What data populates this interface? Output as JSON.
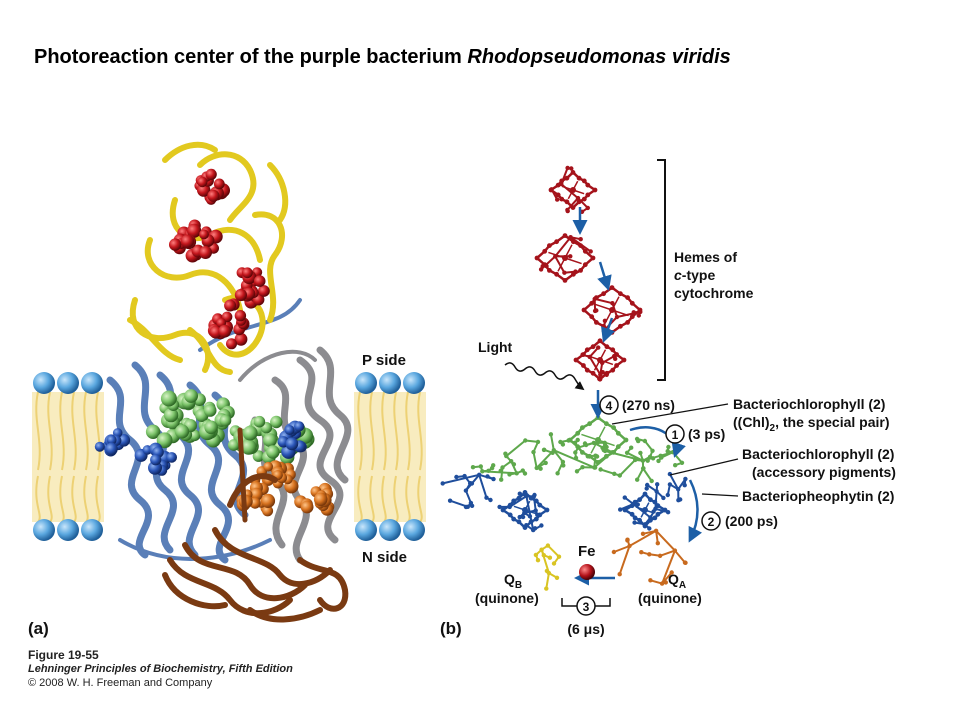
{
  "title": {
    "main": "Photoreaction center of the purple bacterium ",
    "organism": "Rhodopseudomonas viridis"
  },
  "panel_a": {
    "label": "(a)",
    "p_side": "P side",
    "n_side": "N side"
  },
  "panel_b": {
    "label": "(b)",
    "light": "Light",
    "hemes_line1": "Hemes of",
    "hemes_line2_italic": "c",
    "hemes_line2_rest": "-type",
    "hemes_line3": "cytochrome",
    "step4_num": "4",
    "step4_time": "(270 ns)",
    "step1_num": "1",
    "step1_time": "(3 ps)",
    "step2_num": "2",
    "step2_time": "(200 ps)",
    "step3_num": "3",
    "step3_time": "(6 μs)",
    "bchl_pair_line1": "Bacteriochlorophyll (2)",
    "bchl_pair_line2": "((Chl)",
    "bchl_pair_sub": "2",
    "bchl_pair_line2_rest": ", the special pair)",
    "bchl_acc_line1": "Bacteriochlorophyll (2)",
    "bchl_acc_line2": "(accessory pigments)",
    "bpheo": "Bacteriopheophytin (2)",
    "fe": "Fe",
    "qb": "Q",
    "qb_sub": "B",
    "qa": "Q",
    "qa_sub": "A",
    "quinone_b": "(quinone)",
    "quinone_a": "(quinone)"
  },
  "caption": {
    "figure": "Figure 19-55",
    "book": "Lehninger Principles of Biochemistry, Fifth Edition",
    "copyright": "© 2008 W. H. Freeman and Company"
  },
  "colors": {
    "heme": "#a5131b",
    "bchl": "#5ea84c",
    "bpheo": "#1f4e9c",
    "quinone_a": "#c86a1e",
    "quinone_b": "#d9c423",
    "arrow": "#1d5fa6",
    "cytochrome": "#e2c91f",
    "helix_blue": "#5a7fb8",
    "helix_gray": "#8c8c90",
    "brown": "#7a3a12",
    "lipid_head": "#5aa7df",
    "lipid_tail": "#f3dc8a"
  }
}
